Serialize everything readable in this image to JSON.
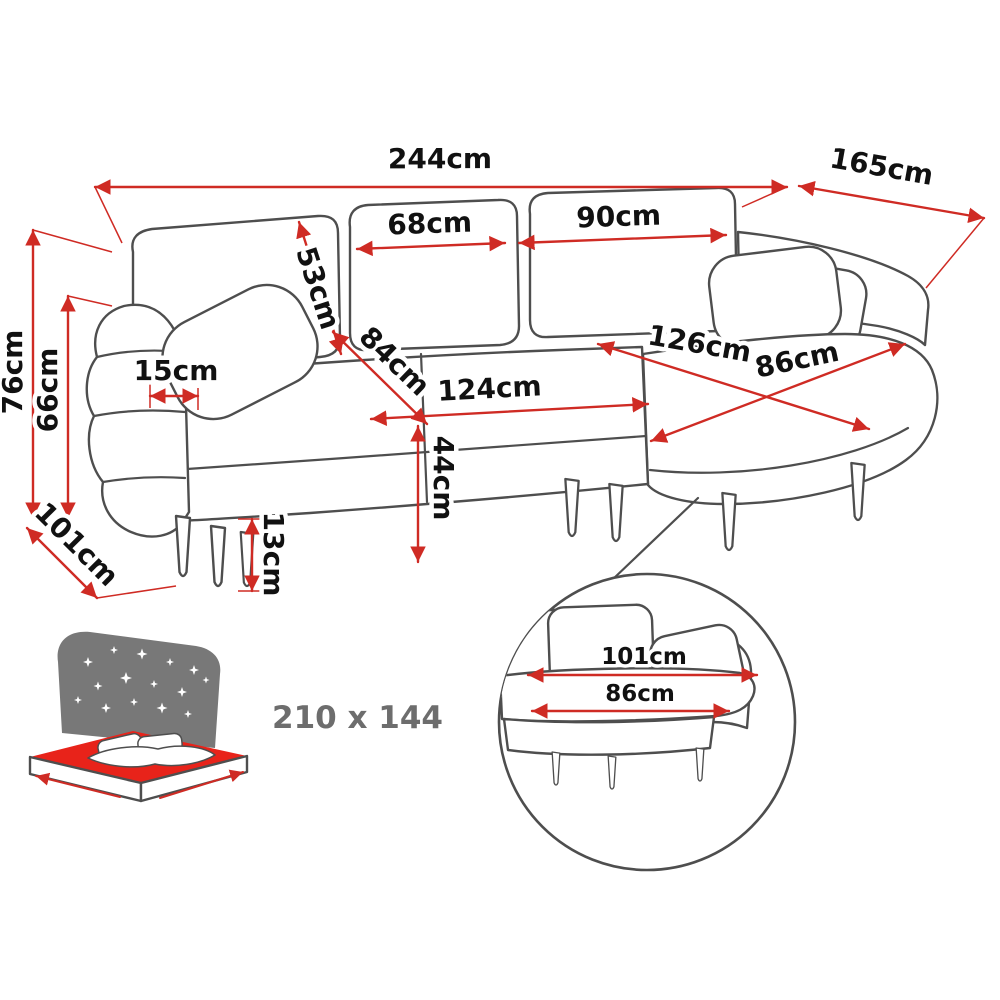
{
  "diagram": {
    "type": "furniture-dimension-diagram",
    "subject": "corner sofa bed with chaise",
    "colors": {
      "dimension_red": "#cf2b24",
      "outline_gray": "#4e4e4e",
      "label_ink": "#111111",
      "muted_gray": "#6d6d6d",
      "headboard_gray": "#787878",
      "bed_red": "#e8231a"
    },
    "dimensions": {
      "total_width": "244cm",
      "total_depth": "165cm",
      "height": "76cm",
      "arm_height": "66cm",
      "side_depth": "101cm",
      "arm_width": "15cm",
      "back_cushion_height": "53cm",
      "back_cushion_width_small": "68cm",
      "back_cushion_width_large": "90cm",
      "seat_depth": "84cm",
      "seat_width": "124cm",
      "chaise_length": "126cm",
      "chaise_width": "86cm",
      "seat_height": "44cm",
      "leg_height": "13cm"
    },
    "bed": {
      "sleeping_area": "210 x 144"
    },
    "inset": {
      "chaise_depth": "101cm",
      "chaise_seat_depth": "86cm"
    }
  }
}
